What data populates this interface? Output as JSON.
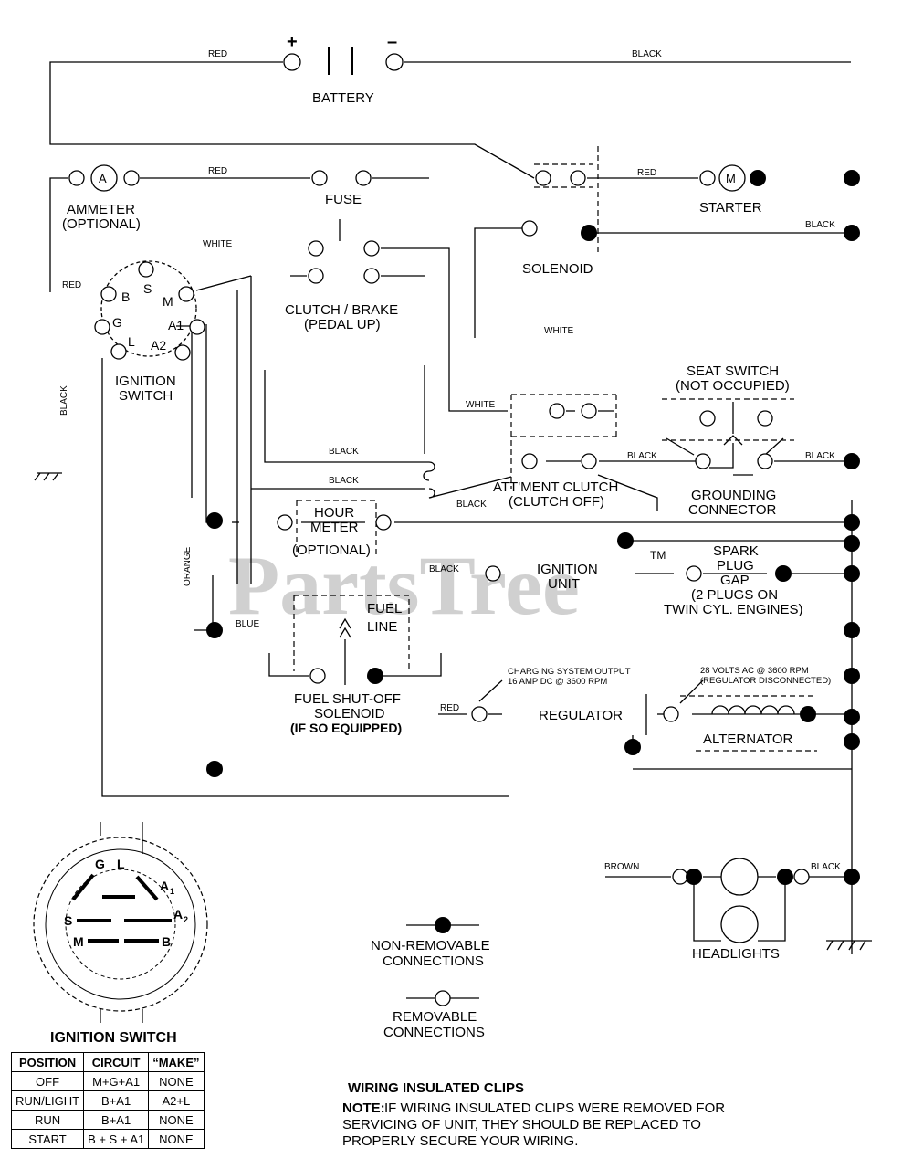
{
  "wire_colors": {
    "red_top": "RED",
    "black_top": "BLACK",
    "red_ammeter": "RED",
    "red_starter": "RED",
    "black_solenoid": "BLACK",
    "white_upper": "WHITE",
    "red_left": "RED",
    "black_left": "BLACK",
    "white_mid": "WHITE",
    "white_attment": "WHITE",
    "black_a": "BLACK",
    "black_b": "BLACK",
    "black_c": "BLACK",
    "black_seat_left": "BLACK",
    "black_seat_right": "BLACK",
    "orange": "ORANGE",
    "blue": "BLUE",
    "black_ignition_unit": "BLACK",
    "red_regulator": "RED",
    "brown": "BROWN",
    "black_headlights": "BLACK"
  },
  "components": {
    "battery": "BATTERY",
    "battery_plus": "+",
    "battery_minus": "–",
    "ammeter_letter": "A",
    "ammeter": "AMMETER",
    "ammeter_note": "(OPTIONAL)",
    "fuse": "FUSE",
    "starter_letter": "M",
    "starter": "STARTER",
    "solenoid": "SOLENOID",
    "clutch_brake": "CLUTCH / BRAKE",
    "clutch_brake_note": "(PEDAL UP)",
    "ignition_switch_line1": "IGNITION",
    "ignition_switch_line2": "SWITCH",
    "terminals": {
      "B": "B",
      "S": "S",
      "M": "M",
      "G": "G",
      "A1": "A1",
      "L": "L",
      "A2": "A2"
    },
    "seat_switch": "SEAT SWITCH",
    "seat_switch_note": "(NOT OCCUPIED)",
    "attment_clutch": "ATT'MENT CLUTCH",
    "attment_clutch_note": "(CLUTCH OFF)",
    "grounding_connector_line1": "GROUNDING",
    "grounding_connector_line2": "CONNECTOR",
    "hour_meter_line1": "HOUR",
    "hour_meter_line2": "METER",
    "hour_meter_note": "(OPTIONAL)",
    "ignition_unit_line1": "IGNITION",
    "ignition_unit_line2": "UNIT",
    "spark_plug_line1": "SPARK",
    "spark_plug_line2": "PLUG",
    "spark_plug_line3": "GAP",
    "spark_plug_line4": "(2 PLUGS ON",
    "spark_plug_line5": "TWIN CYL. ENGINES)",
    "fuel_line_1": "FUEL",
    "fuel_line_2": "LINE",
    "fuel_solenoid_line1": "FUEL SHUT-OFF",
    "fuel_solenoid_line2": "SOLENOID",
    "fuel_solenoid_line3": "(IF SO EQUIPPED)",
    "charging_line1": "CHARGING SYSTEM OUTPUT",
    "charging_line2": "16 AMP DC @ 3600 RPM",
    "regulator": "REGULATOR",
    "alternator_spec1": "28 VOLTS AC @ 3600 RPM",
    "alternator_spec2": "(REGULATOR DISCONNECTED)",
    "alternator": "ALTERNATOR",
    "headlights": "HEADLIGHTS"
  },
  "ignition_detail": {
    "title": "IGNITION SWITCH",
    "terminals": {
      "G": "G",
      "L": "L",
      "A1": "A",
      "A1_sub": "1",
      "S": "S",
      "A2": "A",
      "A2_sub": "2",
      "M": "M",
      "B": "B"
    }
  },
  "legend": {
    "non_removable_line1": "NON-REMOVABLE",
    "non_removable_line2": "CONNECTIONS",
    "removable_line1": "REMOVABLE",
    "removable_line2": "CONNECTIONS"
  },
  "notes": {
    "title": "WIRING INSULATED CLIPS",
    "label": "NOTE:",
    "line1": "IF WIRING INSULATED CLIPS WERE REMOVED FOR",
    "line2": "SERVICING OF UNIT, THEY SHOULD BE REPLACED TO",
    "line3": "PROPERLY SECURE YOUR WIRING."
  },
  "watermark": "PartsTree",
  "watermark_tm": "TM",
  "table": {
    "headers": [
      "POSITION",
      "CIRCUIT",
      "“MAKE”"
    ],
    "rows": [
      [
        "OFF",
        "M+G+A1",
        "NONE"
      ],
      [
        "RUN/LIGHT",
        "B+A1",
        "A2+L"
      ],
      [
        "RUN",
        "B+A1",
        "NONE"
      ],
      [
        "START",
        "B + S + A1",
        "NONE"
      ]
    ]
  }
}
